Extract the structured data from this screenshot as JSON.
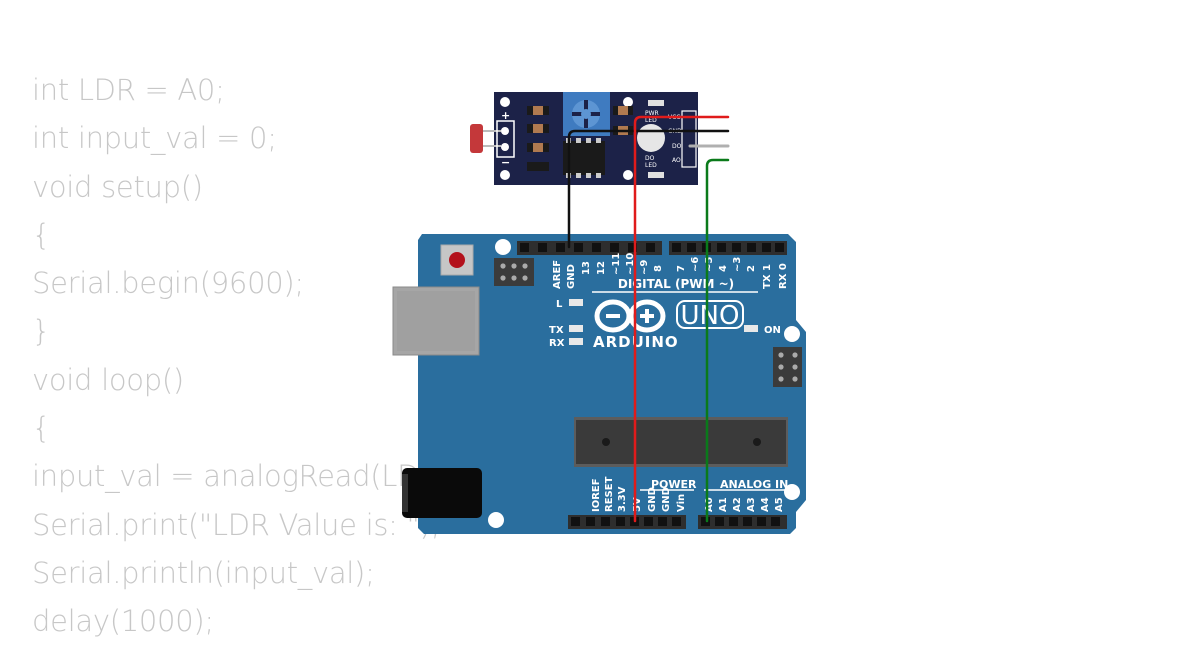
{
  "code_lines": [
    "int LDR = A0;",
    "int input_val = 0;",
    "void setup()",
    "{",
    "Serial.begin(9600);",
    "}",
    "void loop()",
    "{",
    "input_val = analogRead(LDR);",
    "Serial.print(\"LDR Value is: \");",
    "Serial.println(input_val);",
    "delay(1000);"
  ],
  "sensor_module": {
    "plus_label": "+",
    "minus_label": "−",
    "pwr_led_label_1": "PWR",
    "pwr_led_label_2": "LED",
    "do_led_label_1": "DO",
    "do_led_label_2": "LED",
    "pins": [
      "VCC",
      "GND",
      "DO",
      "AO"
    ]
  },
  "arduino": {
    "brand": "ARDUINO",
    "model": "UNO",
    "digital_header_label": "DIGITAL (PWM ~)",
    "power_label": "POWER",
    "analog_label": "ANALOG IN",
    "on_label": "ON",
    "l_label": "L",
    "tx_label": "TX",
    "rx_label": "RX",
    "digital_pins_left": [
      "AREF",
      "GND",
      "13",
      "12",
      "~11",
      "~10",
      "~9",
      "8"
    ],
    "digital_pins_right": [
      "7",
      "~6",
      "~5",
      "4",
      "~3",
      "2",
      "TX 1",
      "RX 0"
    ],
    "power_pins": [
      "IOREF",
      "RESET",
      "3.3V",
      "5V",
      "GND",
      "GND",
      "Vin"
    ],
    "analog_pins": [
      "A0",
      "A1",
      "A2",
      "A3",
      "A4",
      "A5"
    ]
  },
  "wire_colors": {
    "vcc": "#e01b1b",
    "gnd": "#111111",
    "do": "#b0b0b0",
    "ao": "#0a7a1a"
  },
  "colors": {
    "board": "#2a6e9e",
    "module": "#1c2248",
    "code_text": "#c7c7c7"
  }
}
